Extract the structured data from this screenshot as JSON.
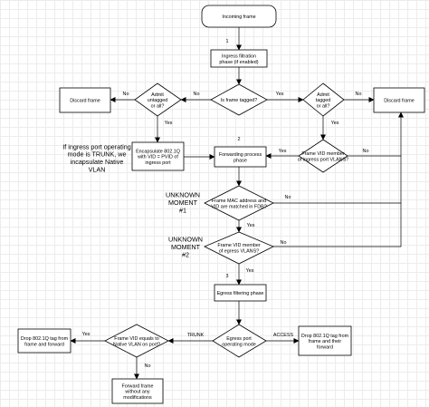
{
  "nodes": {
    "incoming_frame": [
      "Incoming frame"
    ],
    "ingress_filtration": [
      "Ingress filtration",
      "phase (if enabled)"
    ],
    "is_frame_tagged": [
      "Is frame tagged?"
    ],
    "admit_untagged": [
      "Admit",
      "untagged",
      "or all?"
    ],
    "admit_tagged": [
      "Admit",
      "tagged",
      "or all?"
    ],
    "discard_left": [
      "Discard frame"
    ],
    "discard_right": [
      "Discard frame"
    ],
    "encapsulate": [
      "Encapsulate 802.1Q",
      "with VID = PVID of",
      "ingress port"
    ],
    "forwarding_phase": [
      "Forwarding process",
      "phase"
    ],
    "vid_member_ingress": [
      "Frame VID member",
      "of ingress port VLANS?"
    ],
    "mac_vid_fdb": [
      "Frame MAC address and",
      "VID are matched in FDB?"
    ],
    "vid_member_egress": [
      "Frame VID member",
      "of egress VLANS?"
    ],
    "egress_filtering": [
      "Egress filtering phase"
    ],
    "egress_mode": [
      "Egress port",
      "operating mode"
    ],
    "vid_equals_native": [
      "Frame VID equals to",
      "Native VLAN on port?"
    ],
    "drop_tag_left": [
      "Drop 802.1Q tag from",
      "frame and forward"
    ],
    "drop_tag_right": [
      "Drop 802.1Q tag from",
      "frame and their",
      "forward"
    ],
    "forward_unmodified": [
      "Forward frame",
      "without any",
      "modifications"
    ]
  },
  "edge_labels": {
    "yes": "Yes",
    "no": "No",
    "trunk": "TRUNK",
    "access": "ACCESS"
  },
  "phase_numbers": {
    "p1": "1",
    "p2": "2",
    "p3": "3"
  },
  "annotations": {
    "trunk_note": [
      "If ingress port operating",
      "mode is TRUNK, we",
      "incapsulate Native",
      "VLAN"
    ],
    "unknown_1": [
      "UNKNOWN",
      "MOMENT",
      "#1"
    ],
    "unknown_2": [
      "UNKNOWN",
      "MOMENT",
      "#2"
    ]
  }
}
